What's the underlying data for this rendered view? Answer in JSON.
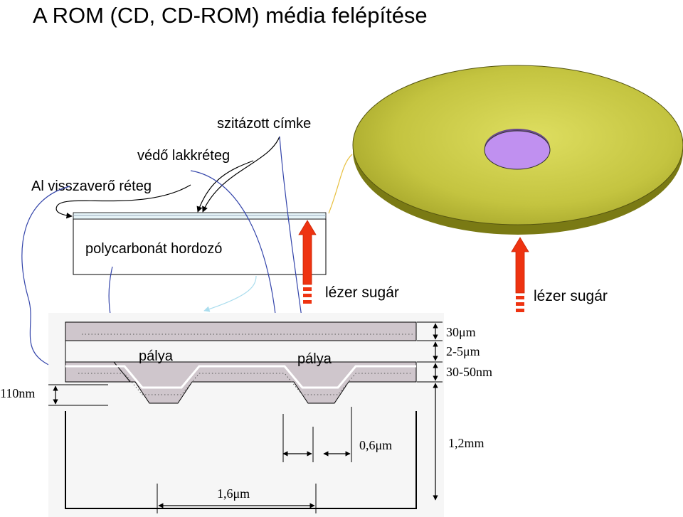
{
  "title": "A ROM (CD, CD-ROM) média felépítése",
  "labels": {
    "printed_label": "szitázott címke",
    "protective_lacquer": "védő lakkréteg",
    "al_reflective": "Al visszaverő réteg",
    "polycarbonate": "polycarbonát hordozó",
    "laser_1": "lézer sugár",
    "laser_2": "lézer sugár",
    "track_1": "pálya",
    "track_2": "pálya"
  },
  "dimensions": {
    "d_30um": "30μm",
    "d_2_5um": "2-5μm",
    "d_30_50nm": "30-50nm",
    "d_110nm": "110nm",
    "d_0_6um": "0,6μm",
    "d_1_2mm": "1,2mm",
    "d_1_6um": "1,6μm"
  },
  "colors": {
    "disc_top": "#bcbc3a",
    "disc_edge": "#8c8c1a",
    "hole": "#c090f0",
    "laser": "#ee3311",
    "layer_fill": "#cfc6cc",
    "arrow_blue": "#3344aa"
  }
}
